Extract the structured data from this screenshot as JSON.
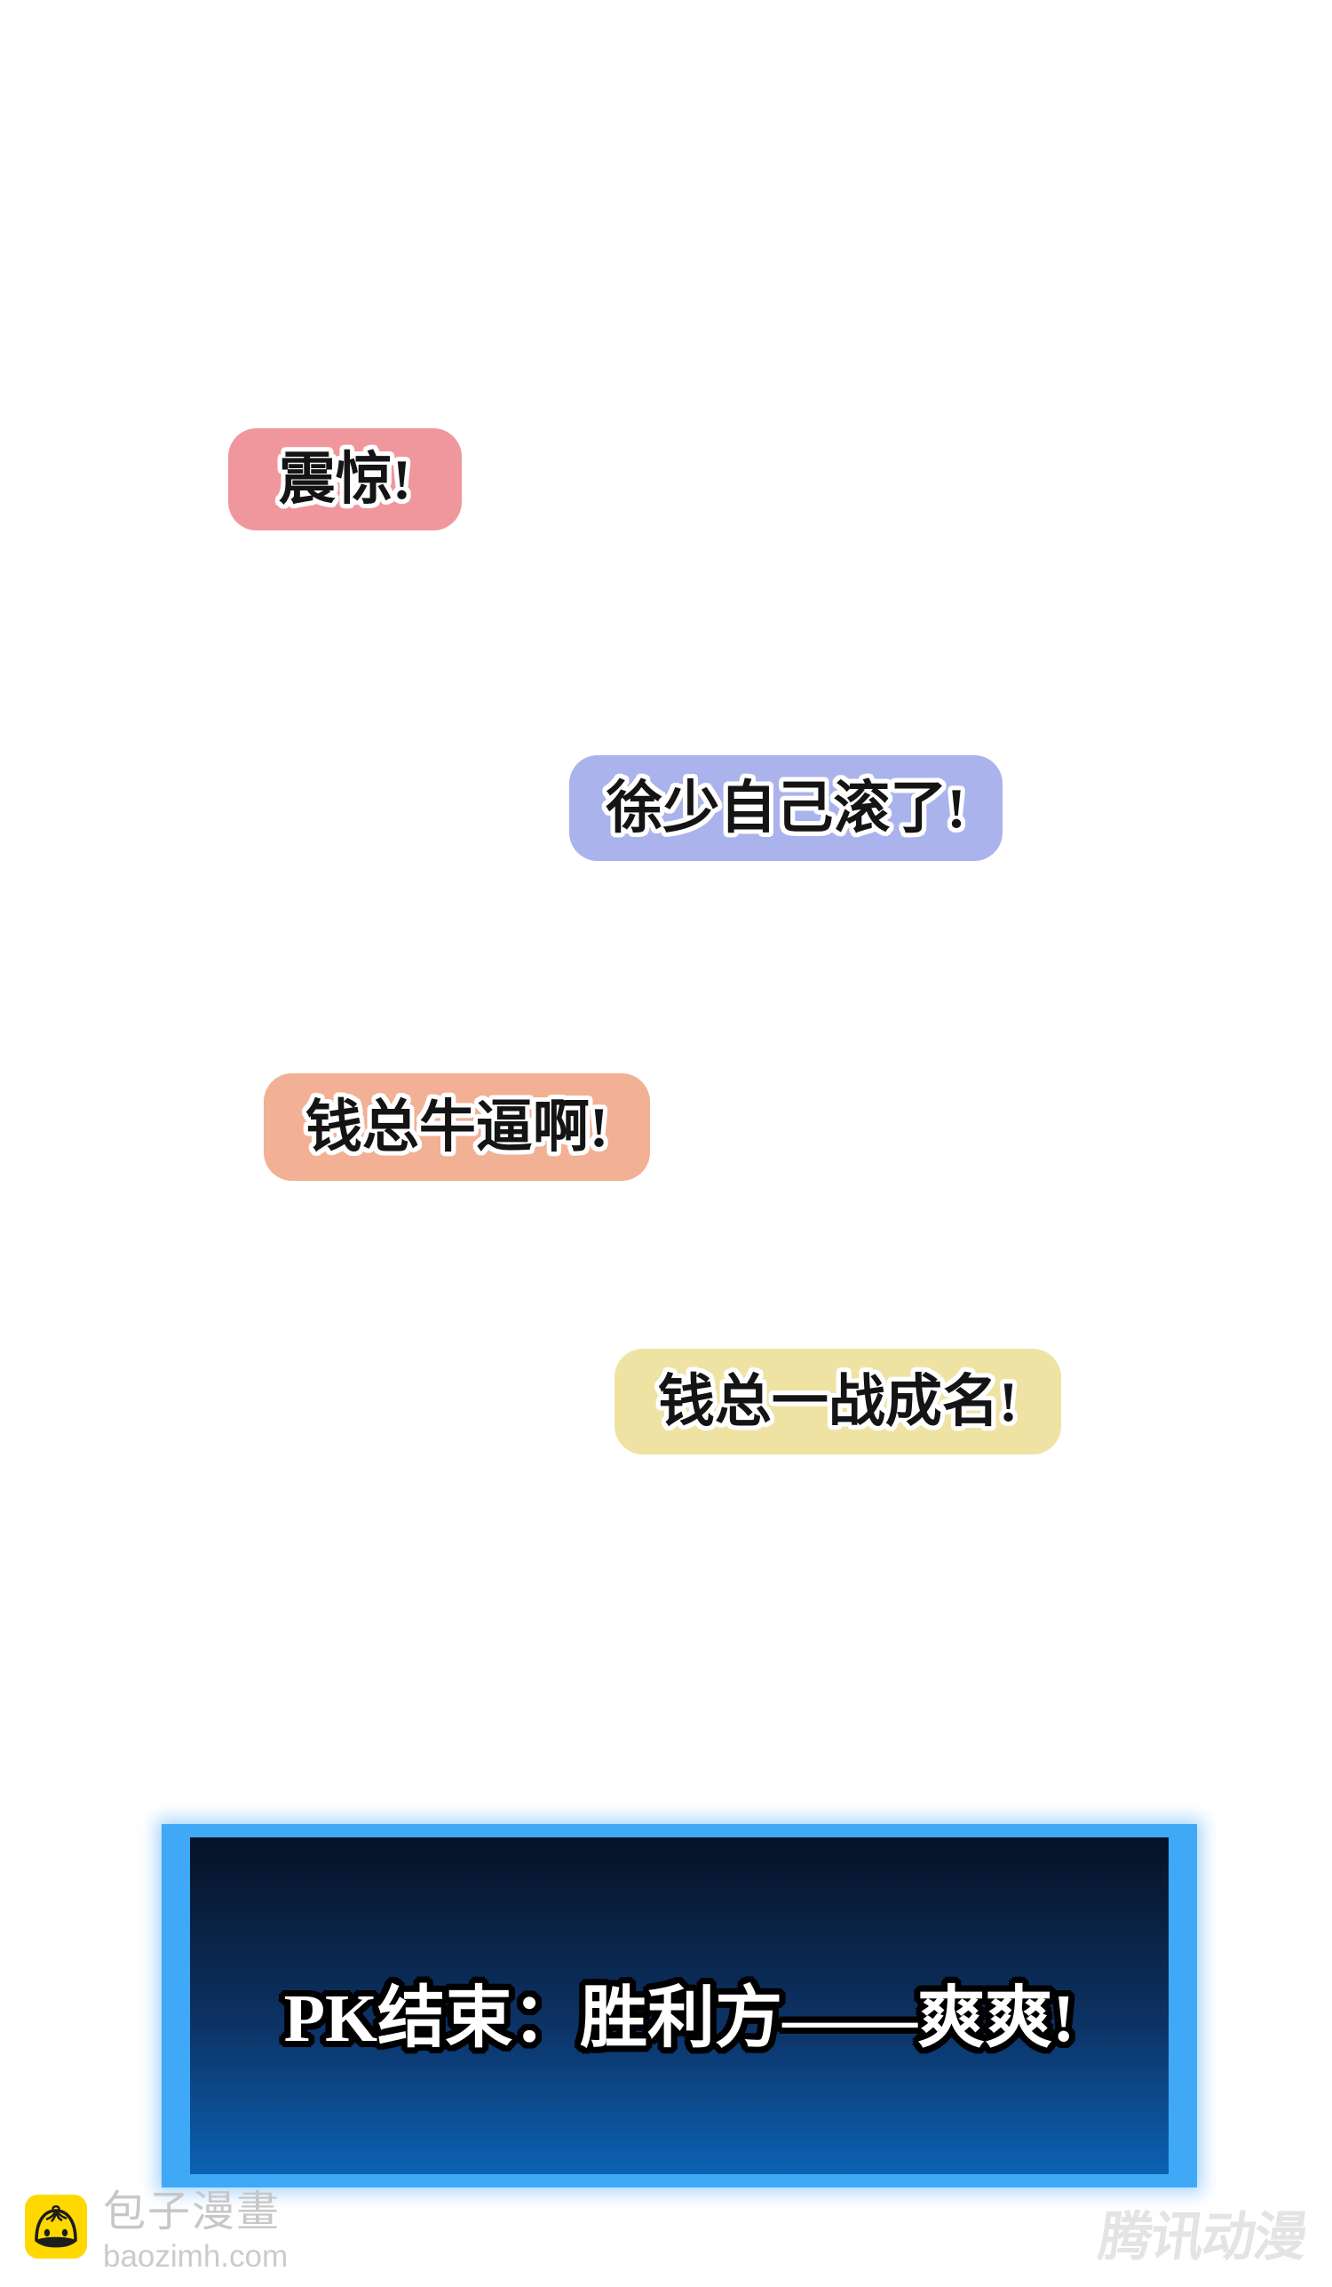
{
  "page": {
    "background_color": "#ffffff"
  },
  "bubbles": [
    {
      "text": "震惊!",
      "color": "#f0979e"
    },
    {
      "text": "徐少自己滚了!",
      "color": "#aab3ec"
    },
    {
      "text": "钱总牛逼啊!",
      "color": "#f2b094"
    },
    {
      "text": "钱总一战成名!",
      "color": "#efe3a4"
    }
  ],
  "banner": {
    "text": "PK结束：胜利方——爽爽!",
    "border_color": "#3fa9f7",
    "background_top": "#061226",
    "background_bottom": "#0b62b4",
    "text_color": "#ffffff"
  },
  "watermarks": {
    "baozi": {
      "title": "包子漫畫",
      "url": "baozimh.com",
      "icon_background": "#ffd800",
      "text_color": "#c8c8c8"
    },
    "tencent": {
      "label": "腾讯动漫",
      "text_color": "#e4e4e4"
    }
  }
}
